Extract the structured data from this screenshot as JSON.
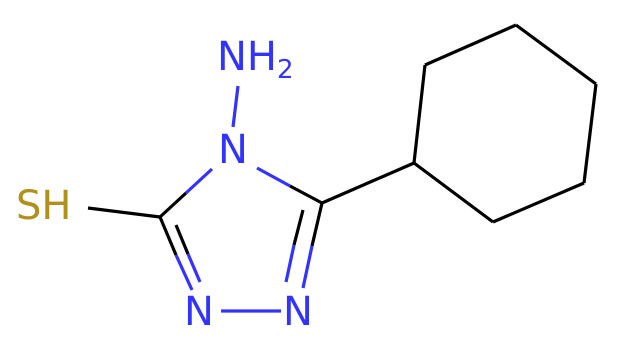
{
  "molecule": {
    "atoms": {
      "amino": {
        "text": "NH",
        "subscript": "2",
        "color": "#3333ff"
      },
      "ring_n4": {
        "text": "N",
        "color": "#3333ff"
      },
      "ring_n1": {
        "text": "N",
        "color": "#3333ff"
      },
      "ring_n2": {
        "text": "N",
        "color": "#3333ff"
      },
      "thiol": {
        "text": "SH",
        "color": "#b2901c"
      }
    },
    "bond_color": "#000000"
  }
}
